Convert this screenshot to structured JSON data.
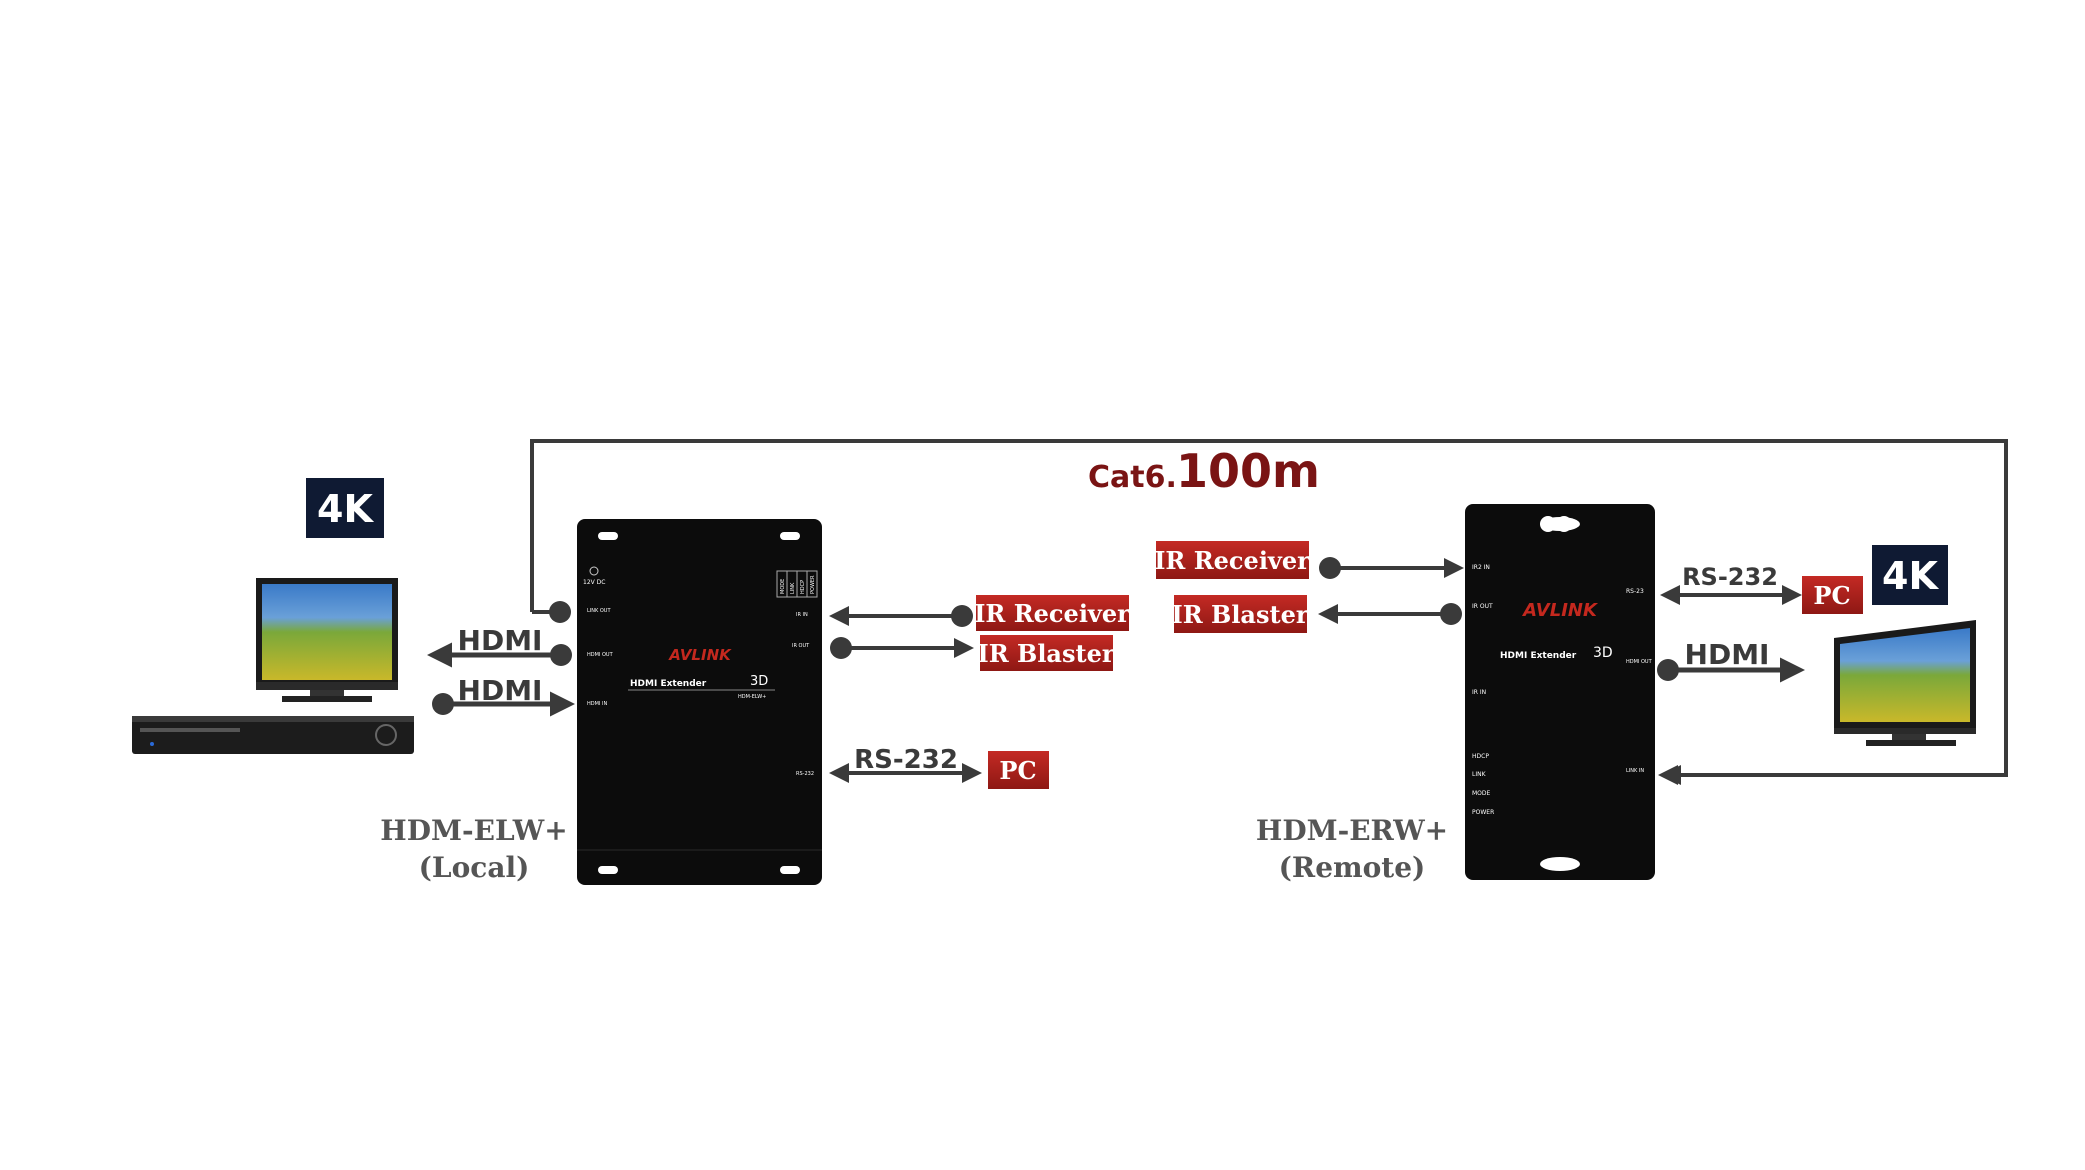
{
  "cable": {
    "prefix": "Cat6.",
    "distance": "100m"
  },
  "badges": {
    "left_4k": "4K",
    "right_4k": "4K"
  },
  "local_unit": {
    "model": "HDM-ELW+",
    "role": "(Local)",
    "brand": "AVLINK",
    "title": "HDMI Extender",
    "tag_3d": "3D",
    "small_model": "HDM-ELW+",
    "ports": {
      "dc": "12V DC",
      "link_out": "LINK OUT",
      "hdmi_out": "HDMI OUT",
      "hdmi_in": "HDMI IN",
      "ir_in": "IR IN",
      "ir_out": "IR OUT",
      "rs232": "RS-232"
    },
    "leds": [
      "MODE",
      "LINK",
      "HDCP",
      "POWER"
    ]
  },
  "remote_unit": {
    "model": "HDM-ERW+",
    "role": "(Remote)",
    "brand": "AVLINK",
    "title": "HDMI Extender",
    "tag_3d": "3D",
    "ports": {
      "ir2_in": "IR2 IN",
      "ir_out": "IR OUT",
      "ir_in": "IR IN",
      "rs232": "RS-23",
      "hdmi_out": "HDMI OUT",
      "link_in": "LINK IN"
    },
    "leds": [
      "HDCP",
      "LINK",
      "MODE",
      "POWER"
    ]
  },
  "labels": {
    "hdmi_top_left": "HDMI",
    "hdmi_bottom_left": "HDMI",
    "hdmi_right": "HDMI",
    "rs232_left": "RS-232",
    "rs232_right": "RS-232",
    "ir_receiver_left": "IR Receiver",
    "ir_blaster_left": "IR Blaster",
    "pc_left": "PC",
    "ir_receiver_right": "IR Receiver",
    "ir_blaster_right": "IR Blaster",
    "pc_right": "PC"
  },
  "colors": {
    "tag_red": "#b0201e",
    "cable_red": "#7a1414",
    "device_black": "#111111",
    "arrow_gray": "#3a3a3a",
    "badge_navy": "#0f1a33"
  }
}
